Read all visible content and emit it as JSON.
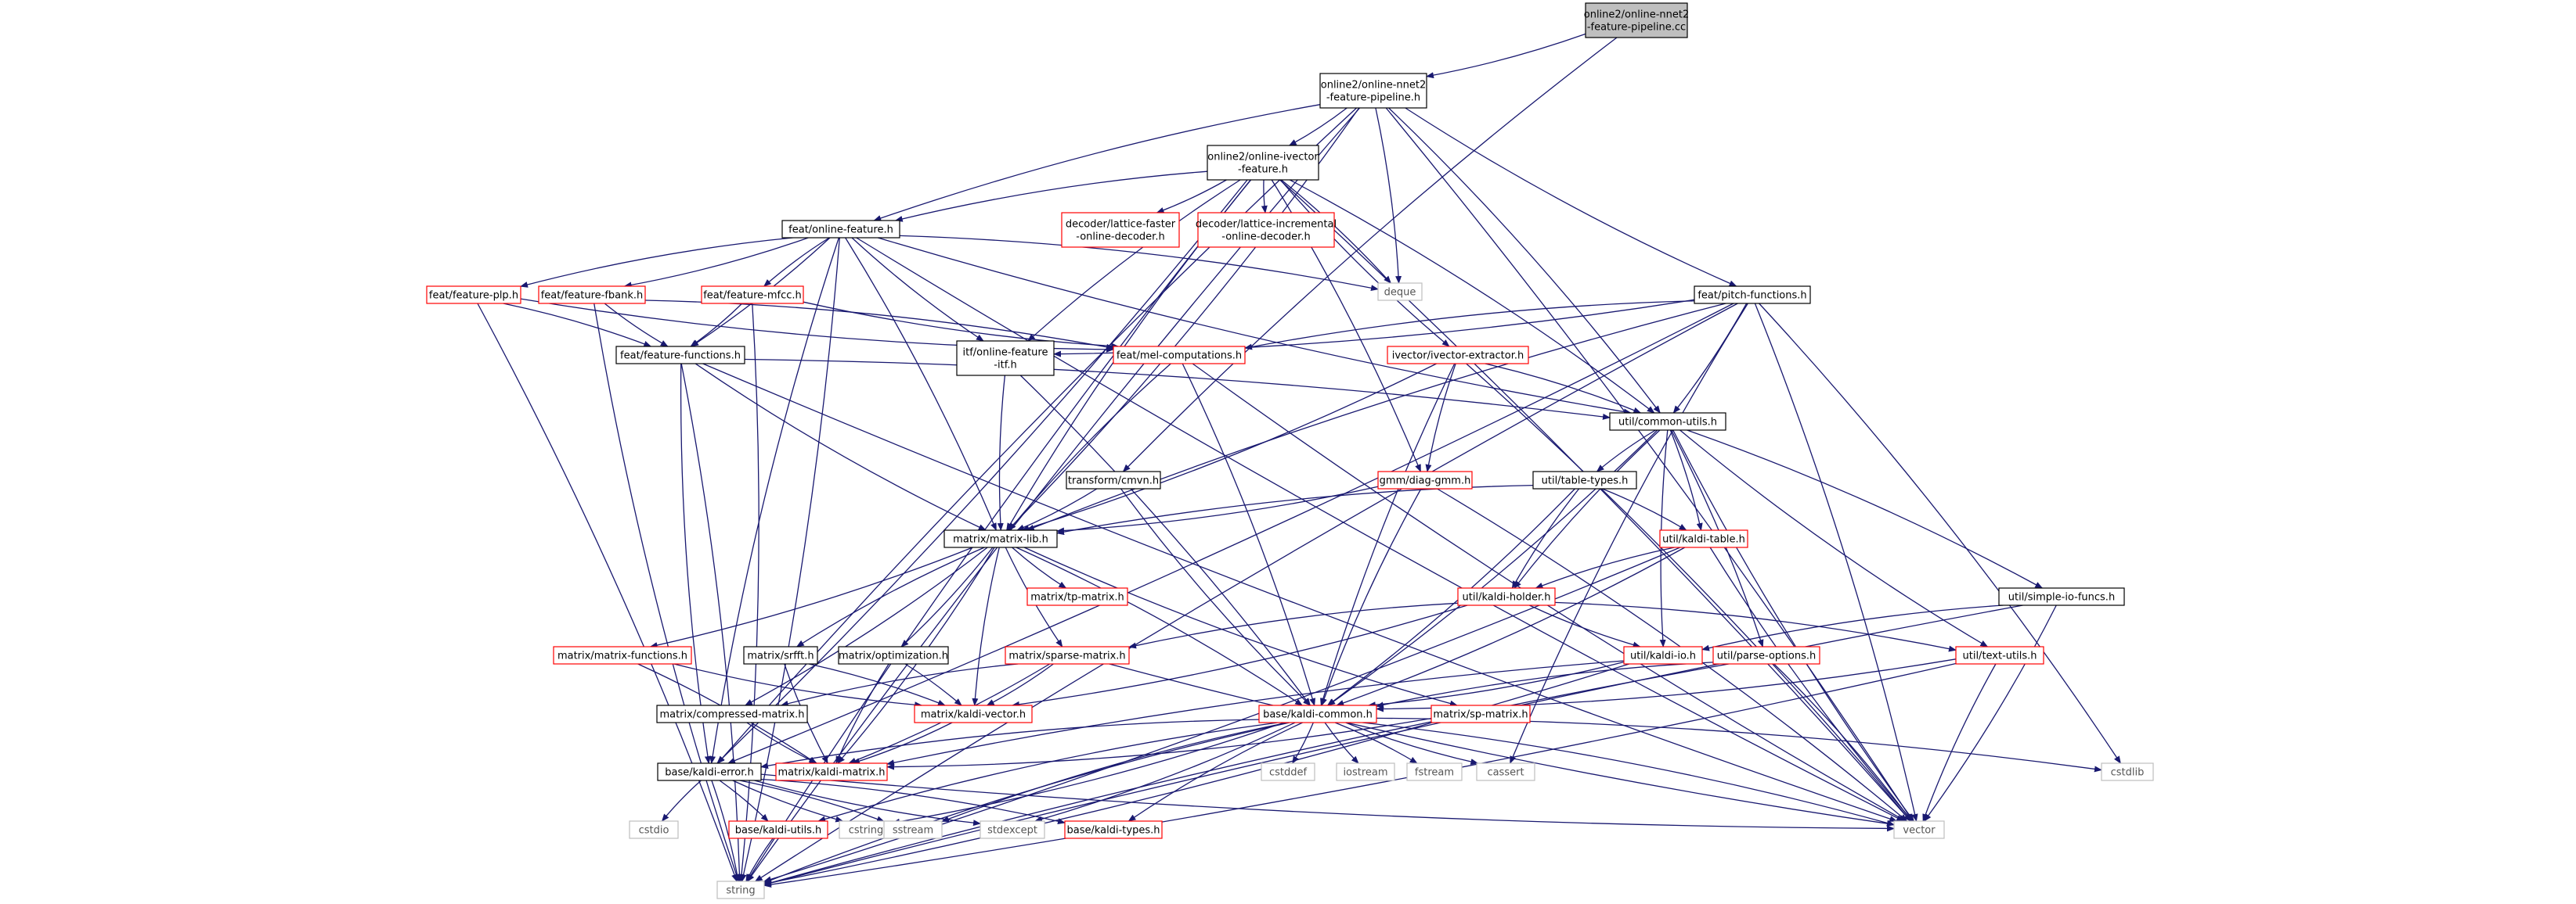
{
  "nodes": [
    {
      "id": "n_root",
      "lines": [
        "online2/online-nnet2",
        "-feature-pipeline.cc"
      ],
      "kind": "root"
    },
    {
      "id": "n_pipeline_h",
      "lines": [
        "online2/online-nnet2",
        "-feature-pipeline.h"
      ],
      "kind": "normal"
    },
    {
      "id": "n_ivector_feature",
      "lines": [
        "online2/online-ivector",
        "-feature.h"
      ],
      "kind": "normal"
    },
    {
      "id": "n_online_feature",
      "lines": [
        "feat/online-feature.h"
      ],
      "kind": "normal"
    },
    {
      "id": "n_lattice_faster",
      "lines": [
        "decoder/lattice-faster",
        "-online-decoder.h"
      ],
      "kind": "missing"
    },
    {
      "id": "n_lattice_incr",
      "lines": [
        "decoder/lattice-incremental",
        "-online-decoder.h"
      ],
      "kind": "missing"
    },
    {
      "id": "n_deque",
      "lines": [
        "deque"
      ],
      "kind": "system"
    },
    {
      "id": "n_pitch",
      "lines": [
        "feat/pitch-functions.h"
      ],
      "kind": "normal"
    },
    {
      "id": "n_plp",
      "lines": [
        "feat/feature-plp.h"
      ],
      "kind": "missing"
    },
    {
      "id": "n_fbank",
      "lines": [
        "feat/feature-fbank.h"
      ],
      "kind": "missing"
    },
    {
      "id": "n_mfcc",
      "lines": [
        "feat/feature-mfcc.h"
      ],
      "kind": "missing"
    },
    {
      "id": "n_feat_functions",
      "lines": [
        "feat/feature-functions.h"
      ],
      "kind": "normal"
    },
    {
      "id": "n_itf",
      "lines": [
        "itf/online-feature",
        "-itf.h"
      ],
      "kind": "normal"
    },
    {
      "id": "n_mel",
      "lines": [
        "feat/mel-computations.h"
      ],
      "kind": "missing"
    },
    {
      "id": "n_ivector_extractor",
      "lines": [
        "ivector/ivector-extractor.h"
      ],
      "kind": "missing"
    },
    {
      "id": "n_common_utils",
      "lines": [
        "util/common-utils.h"
      ],
      "kind": "normal"
    },
    {
      "id": "n_cmvn",
      "lines": [
        "transform/cmvn.h"
      ],
      "kind": "normal"
    },
    {
      "id": "n_diag_gmm",
      "lines": [
        "gmm/diag-gmm.h"
      ],
      "kind": "missing"
    },
    {
      "id": "n_table_types",
      "lines": [
        "util/table-types.h"
      ],
      "kind": "normal"
    },
    {
      "id": "n_kaldi_table",
      "lines": [
        "util/kaldi-table.h"
      ],
      "kind": "missing"
    },
    {
      "id": "n_matrix_lib",
      "lines": [
        "matrix/matrix-lib.h"
      ],
      "kind": "normal"
    },
    {
      "id": "n_tp_matrix",
      "lines": [
        "matrix/tp-matrix.h"
      ],
      "kind": "missing"
    },
    {
      "id": "n_kaldi_holder",
      "lines": [
        "util/kaldi-holder.h"
      ],
      "kind": "missing"
    },
    {
      "id": "n_simple_io",
      "lines": [
        "util/simple-io-funcs.h"
      ],
      "kind": "normal"
    },
    {
      "id": "n_matrix_functions",
      "lines": [
        "matrix/matrix-functions.h"
      ],
      "kind": "missing"
    },
    {
      "id": "n_srfft",
      "lines": [
        "matrix/srfft.h"
      ],
      "kind": "normal"
    },
    {
      "id": "n_optimization",
      "lines": [
        "matrix/optimization.h"
      ],
      "kind": "normal"
    },
    {
      "id": "n_sparse_matrix",
      "lines": [
        "matrix/sparse-matrix.h"
      ],
      "kind": "missing"
    },
    {
      "id": "n_kaldi_io",
      "lines": [
        "util/kaldi-io.h"
      ],
      "kind": "missing"
    },
    {
      "id": "n_parse_options",
      "lines": [
        "util/parse-options.h"
      ],
      "kind": "missing"
    },
    {
      "id": "n_text_utils",
      "lines": [
        "util/text-utils.h"
      ],
      "kind": "missing"
    },
    {
      "id": "n_compressed_matrix",
      "lines": [
        "matrix/compressed-matrix.h"
      ],
      "kind": "normal"
    },
    {
      "id": "n_kaldi_vector",
      "lines": [
        "matrix/kaldi-vector.h"
      ],
      "kind": "missing"
    },
    {
      "id": "n_kaldi_common",
      "lines": [
        "base/kaldi-common.h"
      ],
      "kind": "missing"
    },
    {
      "id": "n_sp_matrix",
      "lines": [
        "matrix/sp-matrix.h"
      ],
      "kind": "missing"
    },
    {
      "id": "n_kaldi_error",
      "lines": [
        "base/kaldi-error.h"
      ],
      "kind": "normal"
    },
    {
      "id": "n_kaldi_matrix",
      "lines": [
        "matrix/kaldi-matrix.h"
      ],
      "kind": "missing"
    },
    {
      "id": "n_cstddef",
      "lines": [
        "cstddef"
      ],
      "kind": "system"
    },
    {
      "id": "n_iostream",
      "lines": [
        "iostream"
      ],
      "kind": "system"
    },
    {
      "id": "n_fstream",
      "lines": [
        "fstream"
      ],
      "kind": "system"
    },
    {
      "id": "n_cassert",
      "lines": [
        "cassert"
      ],
      "kind": "system"
    },
    {
      "id": "n_cstdlib",
      "lines": [
        "cstdlib"
      ],
      "kind": "system"
    },
    {
      "id": "n_cstdio",
      "lines": [
        "cstdio"
      ],
      "kind": "system"
    },
    {
      "id": "n_kaldi_utils",
      "lines": [
        "base/kaldi-utils.h"
      ],
      "kind": "missing"
    },
    {
      "id": "n_cstring",
      "lines": [
        "cstring"
      ],
      "kind": "system"
    },
    {
      "id": "n_sstream",
      "lines": [
        "sstream"
      ],
      "kind": "system"
    },
    {
      "id": "n_stdexcept",
      "lines": [
        "stdexcept"
      ],
      "kind": "system"
    },
    {
      "id": "n_kaldi_types",
      "lines": [
        "base/kaldi-types.h"
      ],
      "kind": "missing"
    },
    {
      "id": "n_vector",
      "lines": [
        "vector"
      ],
      "kind": "system"
    },
    {
      "id": "n_string",
      "lines": [
        "string"
      ],
      "kind": "system"
    }
  ],
  "edges": [
    [
      "n_root",
      "n_pipeline_h"
    ],
    [
      "n_root",
      "n_cmvn"
    ],
    [
      "n_pipeline_h",
      "n_ivector_feature"
    ],
    [
      "n_pipeline_h",
      "n_online_feature"
    ],
    [
      "n_pipeline_h",
      "n_deque"
    ],
    [
      "n_pipeline_h",
      "n_pitch"
    ],
    [
      "n_pipeline_h",
      "n_common_utils"
    ],
    [
      "n_pipeline_h",
      "n_kaldi_error"
    ],
    [
      "n_pipeline_h",
      "n_matrix_lib"
    ],
    [
      "n_pipeline_h",
      "n_string"
    ],
    [
      "n_pipeline_h",
      "n_vector"
    ],
    [
      "n_ivector_feature",
      "n_online_feature"
    ],
    [
      "n_ivector_feature",
      "n_lattice_faster"
    ],
    [
      "n_ivector_feature",
      "n_lattice_incr"
    ],
    [
      "n_ivector_feature",
      "n_deque"
    ],
    [
      "n_ivector_feature",
      "n_ivector_extractor"
    ],
    [
      "n_ivector_feature",
      "n_diag_gmm"
    ],
    [
      "n_ivector_feature",
      "n_itf"
    ],
    [
      "n_ivector_feature",
      "n_common_utils"
    ],
    [
      "n_ivector_feature",
      "n_matrix_lib"
    ],
    [
      "n_ivector_feature",
      "n_kaldi_error"
    ],
    [
      "n_ivector_feature",
      "n_string"
    ],
    [
      "n_ivector_feature",
      "n_vector"
    ],
    [
      "n_online_feature",
      "n_plp"
    ],
    [
      "n_online_feature",
      "n_fbank"
    ],
    [
      "n_online_feature",
      "n_mfcc"
    ],
    [
      "n_online_feature",
      "n_feat_functions"
    ],
    [
      "n_online_feature",
      "n_itf"
    ],
    [
      "n_online_feature",
      "n_deque"
    ],
    [
      "n_online_feature",
      "n_common_utils"
    ],
    [
      "n_online_feature",
      "n_matrix_lib"
    ],
    [
      "n_online_feature",
      "n_kaldi_error"
    ],
    [
      "n_online_feature",
      "n_string"
    ],
    [
      "n_online_feature",
      "n_vector"
    ],
    [
      "n_plp",
      "n_feat_functions"
    ],
    [
      "n_plp",
      "n_mel"
    ],
    [
      "n_plp",
      "n_string"
    ],
    [
      "n_fbank",
      "n_feat_functions"
    ],
    [
      "n_fbank",
      "n_mel"
    ],
    [
      "n_fbank",
      "n_string"
    ],
    [
      "n_mfcc",
      "n_feat_functions"
    ],
    [
      "n_mfcc",
      "n_mel"
    ],
    [
      "n_mfcc",
      "n_string"
    ],
    [
      "n_feat_functions",
      "n_matrix_lib"
    ],
    [
      "n_feat_functions",
      "n_common_utils"
    ],
    [
      "n_feat_functions",
      "n_kaldi_error"
    ],
    [
      "n_feat_functions",
      "n_string"
    ],
    [
      "n_feat_functions",
      "n_vector"
    ],
    [
      "n_pitch",
      "n_itf"
    ],
    [
      "n_pitch",
      "n_mel"
    ],
    [
      "n_pitch",
      "n_common_utils"
    ],
    [
      "n_pitch",
      "n_matrix_lib"
    ],
    [
      "n_pitch",
      "n_kaldi_error"
    ],
    [
      "n_pitch",
      "n_cassert"
    ],
    [
      "n_pitch",
      "n_cstdlib"
    ],
    [
      "n_pitch",
      "n_string"
    ],
    [
      "n_pitch",
      "n_vector"
    ],
    [
      "n_itf",
      "n_matrix_lib"
    ],
    [
      "n_itf",
      "n_kaldi_common"
    ],
    [
      "n_mel",
      "n_matrix_lib"
    ],
    [
      "n_mel",
      "n_kaldi_common"
    ],
    [
      "n_mel",
      "n_vector"
    ],
    [
      "n_ivector_extractor",
      "n_common_utils"
    ],
    [
      "n_ivector_extractor",
      "n_diag_gmm"
    ],
    [
      "n_ivector_extractor",
      "n_matrix_lib"
    ],
    [
      "n_ivector_extractor",
      "n_kaldi_common"
    ],
    [
      "n_ivector_extractor",
      "n_vector"
    ],
    [
      "n_common_utils",
      "n_table_types"
    ],
    [
      "n_common_utils",
      "n_kaldi_table"
    ],
    [
      "n_common_utils",
      "n_kaldi_holder"
    ],
    [
      "n_common_utils",
      "n_simple_io"
    ],
    [
      "n_common_utils",
      "n_kaldi_io"
    ],
    [
      "n_common_utils",
      "n_parse_options"
    ],
    [
      "n_common_utils",
      "n_text_utils"
    ],
    [
      "n_common_utils",
      "n_kaldi_common"
    ],
    [
      "n_common_utils",
      "n_vector"
    ],
    [
      "n_cmvn",
      "n_matrix_lib"
    ],
    [
      "n_cmvn",
      "n_kaldi_common"
    ],
    [
      "n_diag_gmm",
      "n_matrix_lib"
    ],
    [
      "n_diag_gmm",
      "n_kaldi_common"
    ],
    [
      "n_diag_gmm",
      "n_vector"
    ],
    [
      "n_table_types",
      "n_matrix_lib"
    ],
    [
      "n_table_types",
      "n_kaldi_table"
    ],
    [
      "n_table_types",
      "n_kaldi_holder"
    ],
    [
      "n_table_types",
      "n_kaldi_common"
    ],
    [
      "n_kaldi_table",
      "n_kaldi_holder"
    ],
    [
      "n_kaldi_table",
      "n_kaldi_common"
    ],
    [
      "n_kaldi_table",
      "n_vector"
    ],
    [
      "n_kaldi_table",
      "n_string"
    ],
    [
      "n_matrix_lib",
      "n_tp_matrix"
    ],
    [
      "n_matrix_lib",
      "n_matrix_functions"
    ],
    [
      "n_matrix_lib",
      "n_srfft"
    ],
    [
      "n_matrix_lib",
      "n_optimization"
    ],
    [
      "n_matrix_lib",
      "n_sparse_matrix"
    ],
    [
      "n_matrix_lib",
      "n_compressed_matrix"
    ],
    [
      "n_matrix_lib",
      "n_kaldi_vector"
    ],
    [
      "n_matrix_lib",
      "n_kaldi_common"
    ],
    [
      "n_matrix_lib",
      "n_sp_matrix"
    ],
    [
      "n_matrix_lib",
      "n_kaldi_matrix"
    ],
    [
      "n_kaldi_holder",
      "n_kaldi_io"
    ],
    [
      "n_kaldi_holder",
      "n_text_utils"
    ],
    [
      "n_kaldi_holder",
      "n_sparse_matrix"
    ],
    [
      "n_kaldi_holder",
      "n_kaldi_vector"
    ],
    [
      "n_simple_io",
      "n_kaldi_io"
    ],
    [
      "n_simple_io",
      "n_vector"
    ],
    [
      "n_simple_io",
      "n_string"
    ],
    [
      "n_matrix_functions",
      "n_kaldi_matrix"
    ],
    [
      "n_matrix_functions",
      "n_kaldi_vector"
    ],
    [
      "n_srfft",
      "n_kaldi_vector"
    ],
    [
      "n_srfft",
      "n_kaldi_matrix"
    ],
    [
      "n_optimization",
      "n_kaldi_vector"
    ],
    [
      "n_optimization",
      "n_kaldi_matrix"
    ],
    [
      "n_sparse_matrix",
      "n_kaldi_vector"
    ],
    [
      "n_sparse_matrix",
      "n_compressed_matrix"
    ],
    [
      "n_sparse_matrix",
      "n_kaldi_matrix"
    ],
    [
      "n_sparse_matrix",
      "n_vector"
    ],
    [
      "n_kaldi_io",
      "n_kaldi_common"
    ],
    [
      "n_kaldi_io",
      "n_kaldi_matrix"
    ],
    [
      "n_kaldi_io",
      "n_string"
    ],
    [
      "n_parse_options",
      "n_kaldi_common"
    ],
    [
      "n_parse_options",
      "n_vector"
    ],
    [
      "n_parse_options",
      "n_string"
    ],
    [
      "n_text_utils",
      "n_kaldi_common"
    ],
    [
      "n_text_utils",
      "n_vector"
    ],
    [
      "n_text_utils",
      "n_string"
    ],
    [
      "n_compressed_matrix",
      "n_kaldi_matrix"
    ],
    [
      "n_kaldi_vector",
      "n_kaldi_matrix"
    ],
    [
      "n_kaldi_common",
      "n_kaldi_error"
    ],
    [
      "n_kaldi_common",
      "n_cstddef"
    ],
    [
      "n_kaldi_common",
      "n_iostream"
    ],
    [
      "n_kaldi_common",
      "n_fstream"
    ],
    [
      "n_kaldi_common",
      "n_cassert"
    ],
    [
      "n_kaldi_common",
      "n_cstdlib"
    ],
    [
      "n_kaldi_common",
      "n_kaldi_utils"
    ],
    [
      "n_kaldi_common",
      "n_cstring"
    ],
    [
      "n_kaldi_common",
      "n_sstream"
    ],
    [
      "n_kaldi_common",
      "n_stdexcept"
    ],
    [
      "n_kaldi_common",
      "n_kaldi_types"
    ],
    [
      "n_kaldi_common",
      "n_vector"
    ],
    [
      "n_kaldi_common",
      "n_string"
    ],
    [
      "n_sp_matrix",
      "n_kaldi_matrix"
    ],
    [
      "n_kaldi_error",
      "n_cstdio"
    ],
    [
      "n_kaldi_error",
      "n_kaldi_utils"
    ],
    [
      "n_kaldi_error",
      "n_cstring"
    ],
    [
      "n_kaldi_error",
      "n_sstream"
    ],
    [
      "n_kaldi_error",
      "n_stdexcept"
    ],
    [
      "n_kaldi_error",
      "n_kaldi_types"
    ],
    [
      "n_kaldi_error",
      "n_vector"
    ],
    [
      "n_kaldi_error",
      "n_string"
    ],
    [
      "n_kaldi_utils",
      "n_string"
    ]
  ],
  "colors": {
    "edge": "#191970",
    "border_normal": "#000000",
    "border_missing": "#ff0000",
    "border_system": "#bfbfbf",
    "root_fill": "#bfbfbf",
    "node_fill": "#ffffff",
    "text_normal": "#000000",
    "text_system": "#555555"
  }
}
